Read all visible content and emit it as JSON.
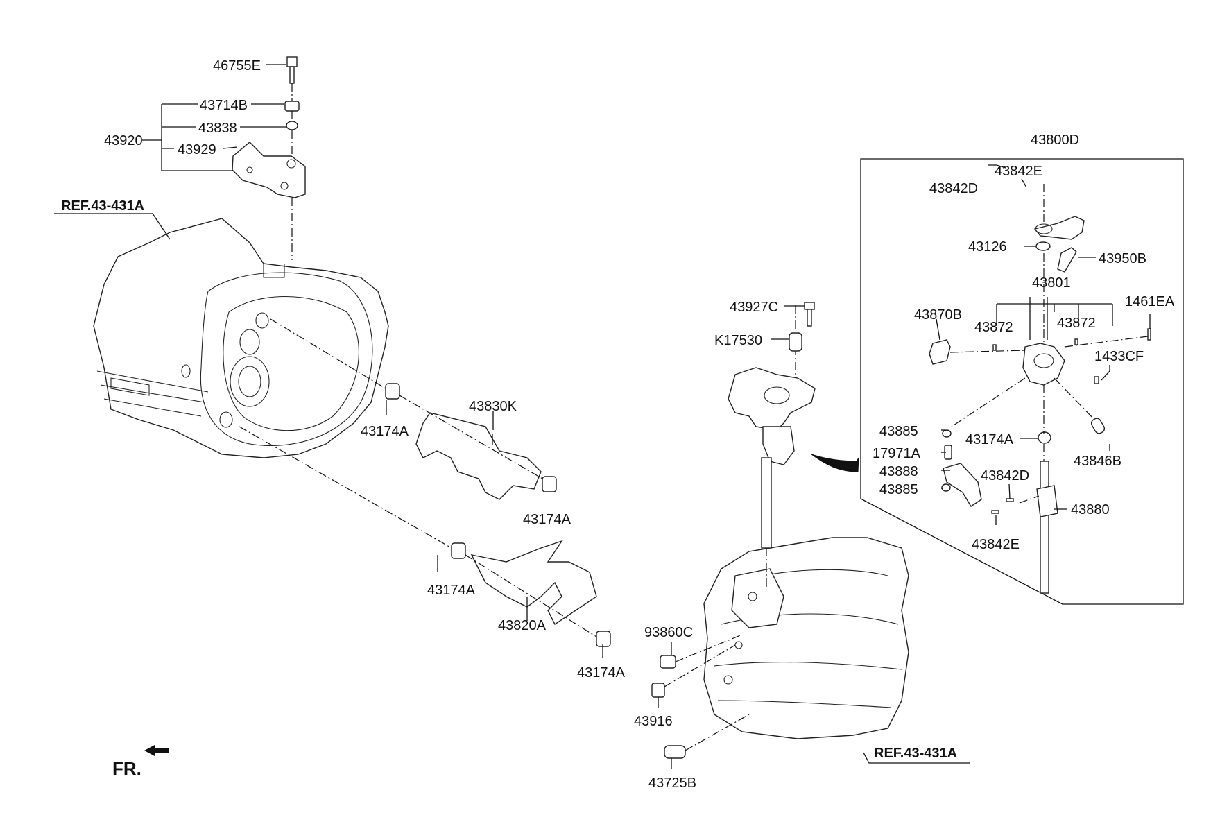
{
  "labels": {
    "p46755E": "46755E",
    "p43714B": "43714B",
    "p43838": "43838",
    "p43920": "43920",
    "p43929": "43929",
    "ref_left": "REF.43-431A",
    "p43174A_1": "43174A",
    "p43830K": "43830K",
    "p43174A_2": "43174A",
    "p43174A_3": "43174A",
    "p43820A": "43820A",
    "p43174A_4": "43174A",
    "fr": "FR.",
    "p43800D": "43800D",
    "p43842E_top": "43842E",
    "p43842D_top": "43842D",
    "p43126": "43126",
    "p43950B": "43950B",
    "p43801": "43801",
    "p43870B": "43870B",
    "p43872_l": "43872",
    "p43872_r": "43872",
    "p1461EA": "1461EA",
    "p1433CF": "1433CF",
    "p43927C": "43927C",
    "pK17530": "K17530",
    "p43885_1": "43885",
    "p43174A_5": "43174A",
    "p17971A": "17971A",
    "p43846B": "43846B",
    "p43888": "43888",
    "p43842D_bot": "43842D",
    "p43885_2": "43885",
    "p43880": "43880",
    "p43842E_bot": "43842E",
    "p93860C": "93860C",
    "p43916": "43916",
    "p43725B": "43725B",
    "ref_right": "REF.43-431A"
  }
}
